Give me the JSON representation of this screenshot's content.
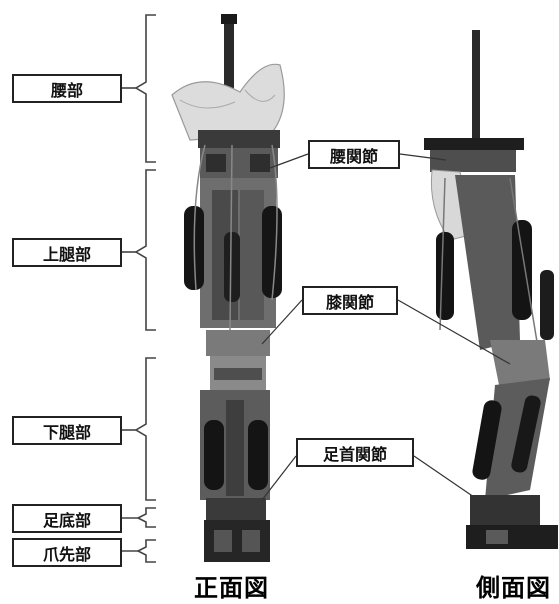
{
  "section_labels": {
    "waist": "腰部",
    "thigh": "上腿部",
    "lower_leg": "下腿部",
    "sole": "足底部",
    "toe": "爪先部"
  },
  "joint_labels": {
    "hip_joint": "腰関節",
    "knee_joint": "膝関節",
    "ankle_joint": "足首関節"
  },
  "captions": {
    "front_view": "正面図",
    "side_view": "側面図"
  }
}
